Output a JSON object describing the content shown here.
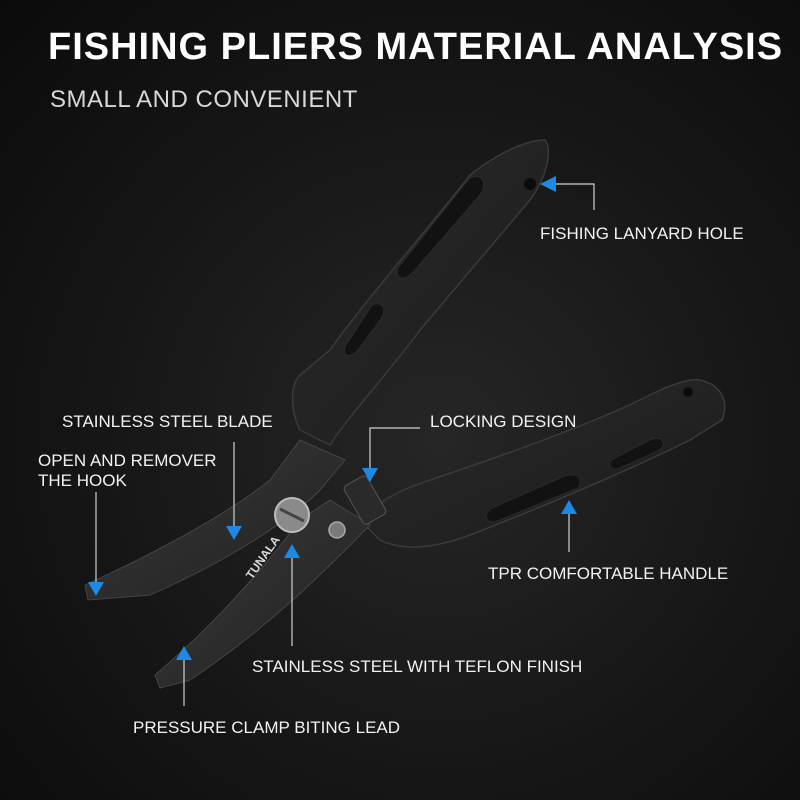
{
  "header": {
    "title": "FISHING PLIERS MATERIAL ANALYSIS",
    "subtitle": "SMALL AND CONVENIENT"
  },
  "product": {
    "brand_mark": "TUNALA"
  },
  "callouts": {
    "lanyard_hole": "FISHING LANYARD HOLE",
    "blade": "STAINLESS STEEL BLADE",
    "locking": "LOCKING DESIGN",
    "hook": "OPEN AND REMOVER THE HOOK",
    "tpr_handle": "TPR COMFORTABLE HANDLE",
    "teflon": "STAINLESS STEEL WITH TEFLON FINISH",
    "pressure_clamp": "PRESSURE CLAMP BITING LEAD"
  },
  "colors": {
    "background": "#141414",
    "pointer_accent": "#1e88e5",
    "leader_line": "#d0d0d0",
    "text": "#ffffff"
  }
}
